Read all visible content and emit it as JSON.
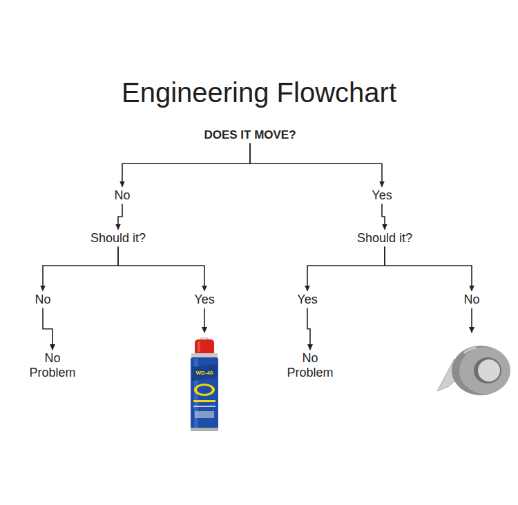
{
  "diagram": {
    "title": "Engineering Flowchart",
    "nodes": [
      {
        "text": [
          "DOES IT MOVE?"
        ]
      },
      {
        "text": [
          "No"
        ]
      },
      {
        "text": [
          "Yes"
        ]
      },
      {
        "text": [
          "Should it?"
        ]
      },
      {
        "text": [
          "Should it?"
        ]
      },
      {
        "text": [
          "No"
        ]
      },
      {
        "text": [
          "Yes"
        ]
      },
      {
        "text": [
          "Yes"
        ]
      },
      {
        "text": [
          "No"
        ]
      },
      {
        "text": [
          "No Problem"
        ]
      },
      {
        "text": [
          "No Problem"
        ]
      }
    ],
    "edges": [
      {
        "from": 0,
        "to": 1,
        "arrow": "to"
      },
      {
        "from": 0,
        "to": 2,
        "arrow": "to"
      },
      {
        "from": 1,
        "to": 3,
        "arrow": "to"
      },
      {
        "from": 2,
        "to": 4,
        "arrow": "to"
      },
      {
        "from": 3,
        "to": 5,
        "arrow": "to"
      },
      {
        "from": 3,
        "to": 6,
        "arrow": "to"
      },
      {
        "from": 4,
        "to": 7,
        "arrow": "to"
      },
      {
        "from": 4,
        "to": 8,
        "arrow": "to"
      },
      {
        "from": 5,
        "to": 9,
        "arrow": "to"
      },
      {
        "from": 7,
        "to": 10,
        "arrow": "to"
      }
    ],
    "labels": [
      "WD-40"
    ]
  }
}
